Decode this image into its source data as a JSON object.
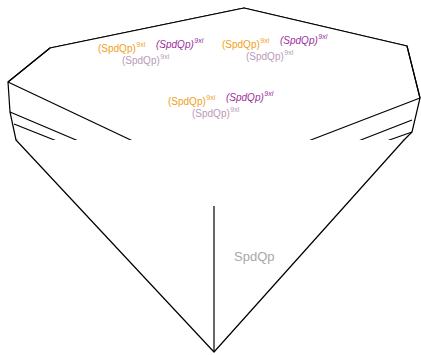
{
  "diagram": {
    "labels": [
      "(SpdQp)",
      "9xl",
      "(SpdQp)",
      "9xl",
      "(SpdQp)",
      "9xl",
      "(SpdQp)",
      "9xl",
      "(SpdQp)",
      "9xl",
      "(SpdQp)",
      "9xl",
      "(SpdQp)",
      "9xl",
      "(SpdQp)",
      "9xl",
      "(SpdQp)",
      "9xl",
      "SpdQp"
    ]
  }
}
